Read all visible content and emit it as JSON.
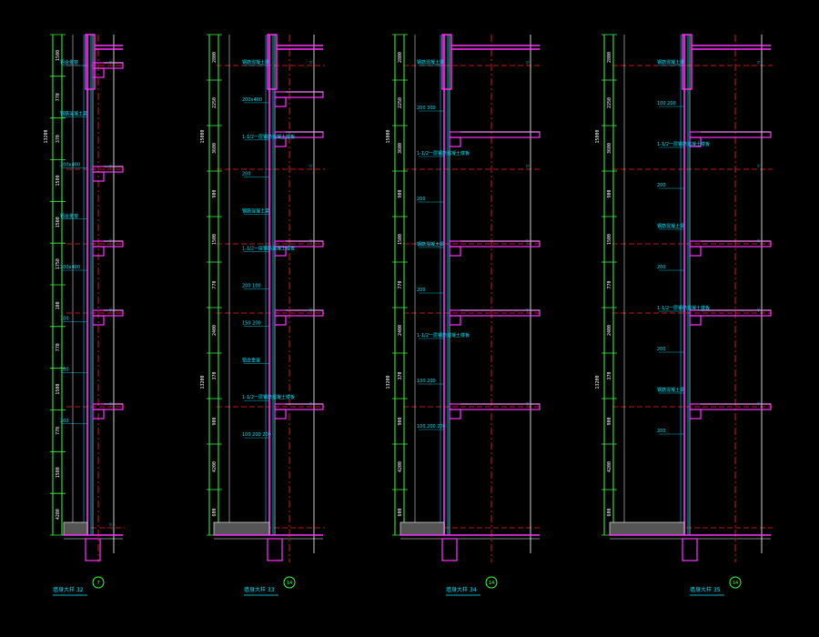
{
  "colors": {
    "background": "#000000",
    "wall": "#ff33ff",
    "structure": "#ffffff",
    "dimension": "#39ff39",
    "annotation": "#00e5ff",
    "gridline": "#ff2020",
    "glazing": "#00c8ff",
    "text": "#ffffff"
  },
  "sections": [
    {
      "title": "墙身大样 32",
      "grid_bubble": "7",
      "dims_left": [
        "1500",
        "770",
        "370",
        "1500",
        "1500",
        "1750",
        "100",
        "770",
        "1500",
        "770",
        "1500",
        "4200"
      ],
      "dims_total": [
        "13200"
      ],
      "level_tags": [
        "▽",
        "▽",
        "▽",
        "▽",
        "▽",
        "▽"
      ],
      "notes": [
        "铝合金窗",
        "钢筋混凝土梁",
        "200x400",
        "铝合金窗",
        "200x400",
        "100",
        "100",
        "200"
      ]
    },
    {
      "title": "墙身大样 33",
      "grid_bubble": "14",
      "dims_left": [
        "2800",
        "2250",
        "3600",
        "900",
        "1500",
        "770",
        "2400",
        "370",
        "900",
        "4200",
        "600"
      ],
      "dims_total": [
        "15000",
        "13200"
      ],
      "level_tags": [
        "▽",
        "▽",
        "▽",
        "▽",
        "▽"
      ],
      "notes": [
        "钢筋混凝土梁",
        "200x400",
        "1-1/2一层钢筋混凝土楼板",
        "200",
        "钢筋混凝土梁",
        "1-1/2一层钢筋混凝土楼板",
        "200 100",
        "150 200",
        "铝合金窗",
        "1-1/2一层钢筋混凝土楼板",
        "100 200 200"
      ]
    },
    {
      "title": "墙身大样 34",
      "grid_bubble": "14",
      "dims_left": [
        "2800",
        "2250",
        "3600",
        "900",
        "1500",
        "770",
        "2400",
        "370",
        "900",
        "4200",
        "600"
      ],
      "dims_total": [
        "15000",
        "13200"
      ],
      "level_tags": [
        "▽",
        "▽",
        "▽",
        "▽",
        "▽"
      ],
      "notes": [
        "钢筋混凝土梁",
        "200 300",
        "1-1/2一层钢筋混凝土楼板",
        "200",
        "钢筋混凝土梁",
        "200",
        "1-1/2一层钢筋混凝土楼板",
        "100 200",
        "100 200 200"
      ]
    },
    {
      "title": "墙身大样 35",
      "grid_bubble": "14",
      "dims_left": [
        "2800",
        "2250",
        "3600",
        "900",
        "1500",
        "770",
        "2400",
        "370",
        "900",
        "4200",
        "600"
      ],
      "dims_total": [
        "15000",
        "13200"
      ],
      "level_tags": [
        "▽",
        "▽",
        "▽",
        "▽",
        "▽"
      ],
      "notes": [
        "钢筋混凝土梁",
        "100 200",
        "1-1/2一层钢筋混凝土楼板",
        "200",
        "钢筋混凝土梁",
        "200",
        "1-1/2一层钢筋混凝土楼板",
        "200",
        "钢筋混凝土梁",
        "200"
      ]
    }
  ]
}
